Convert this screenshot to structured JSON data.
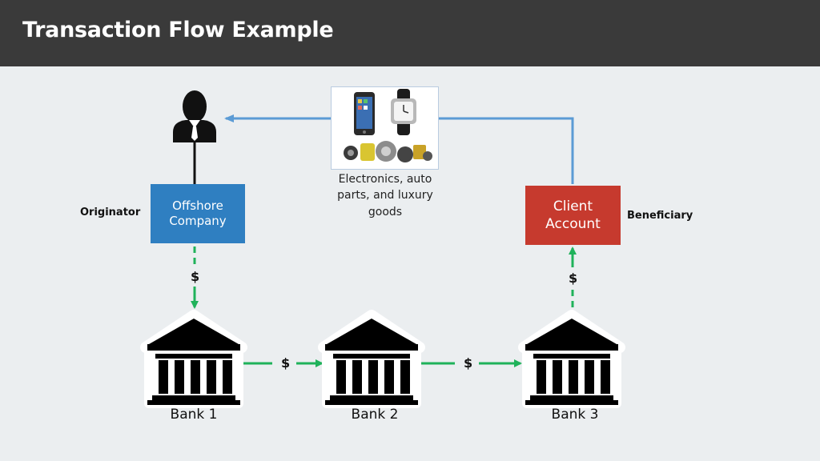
{
  "header": {
    "title": "Transaction Flow Example"
  },
  "nodes": {
    "originator_label": "Originator",
    "offshore_company": [
      "Offshore",
      "Company"
    ],
    "beneficiary_label": "Beneficiary",
    "client_account": [
      "Client",
      "Account"
    ],
    "goods_caption": [
      "Electronics, auto",
      "parts, and luxury",
      "goods"
    ],
    "banks": [
      "Bank 1",
      "Bank 2",
      "Bank 3"
    ]
  },
  "flows": {
    "money_symbol": "$"
  },
  "colors": {
    "header_bg": "#3a3a3a",
    "offshore_box": "#2f7fc1",
    "client_box": "#c63a2e",
    "goods_line": "#5b9bd5",
    "money_arrow": "#1fb25a"
  },
  "icons": [
    "person-icon",
    "bank-icon",
    "smartphone-icon",
    "watch-icon",
    "auto-parts-icon"
  ]
}
